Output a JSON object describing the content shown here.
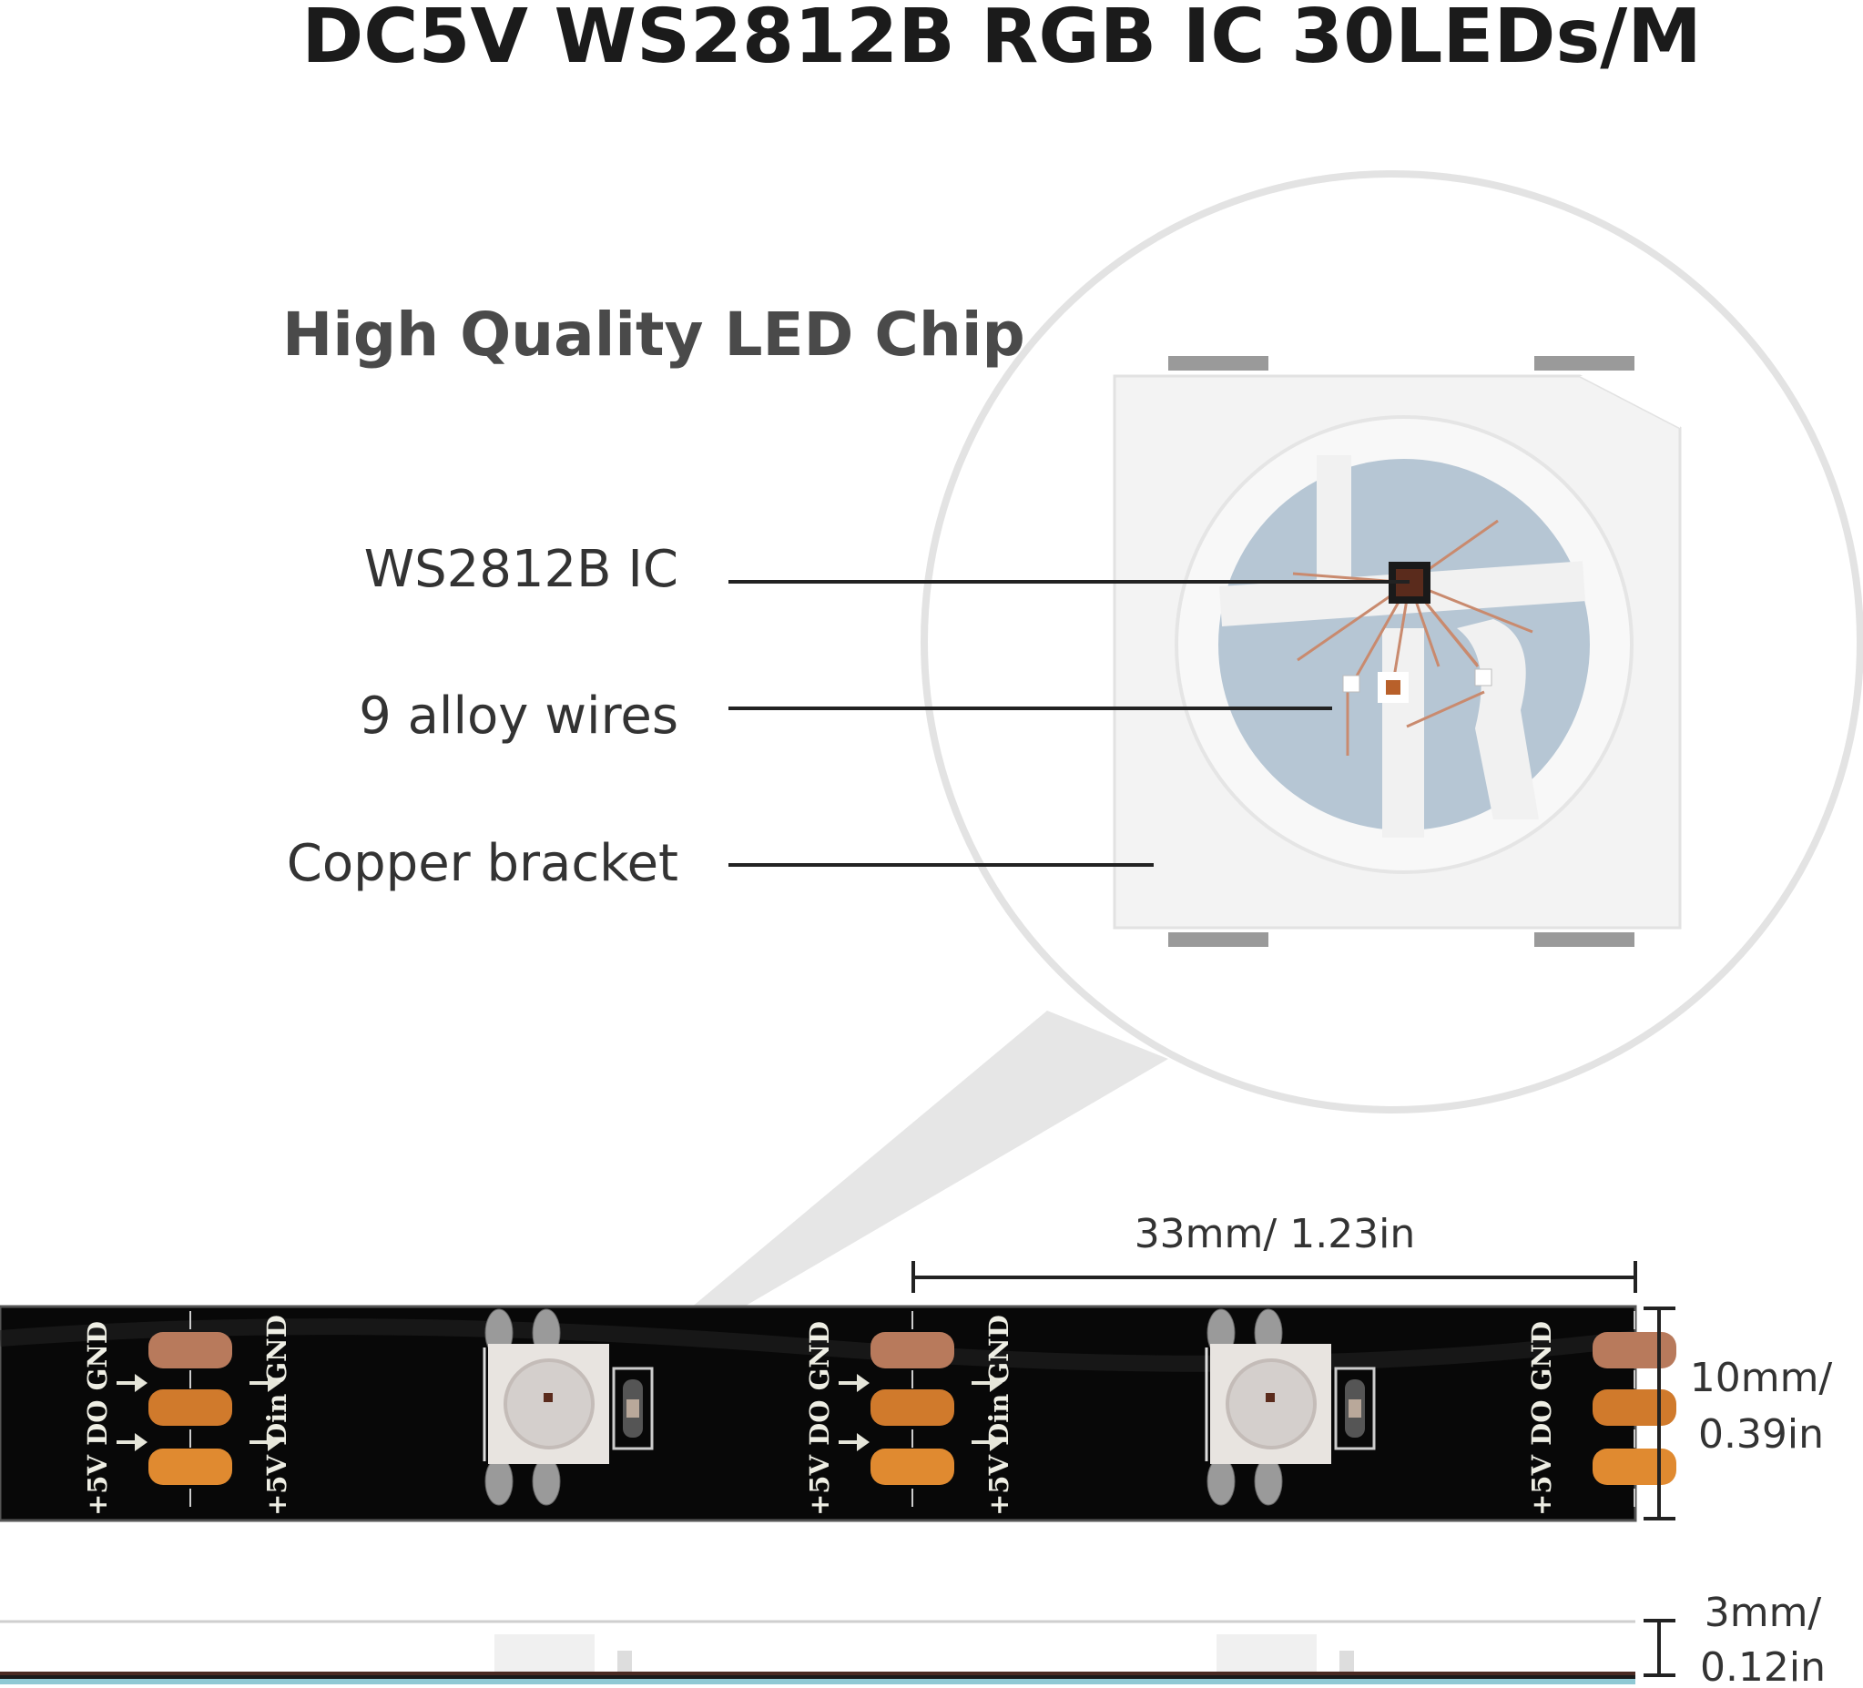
{
  "title": "DC5V WS2812B RGB IC 30LEDs/M",
  "subtitle": "High Quality LED Chip",
  "callouts": {
    "ic": "WS2812B IC",
    "wires": "9 alloy wires",
    "bracket": "Copper bracket"
  },
  "dimensions": {
    "pitch": "33mm/ 1.23in",
    "width_mm": "10mm/",
    "width_in": "0.39in",
    "thickness_mm": "3mm/",
    "thickness_in": "0.12in"
  },
  "pcb_labels": {
    "output": "+5V DO GND",
    "input": "+5V Din GND"
  },
  "colors": {
    "strip": "#080808",
    "pad_gnd": "#b87a5c",
    "pad_data": "#d07a2c",
    "pad_5v": "#e08a30",
    "chip_body": "#f2f2f2",
    "chip_die_area": "#b6c6d4"
  }
}
